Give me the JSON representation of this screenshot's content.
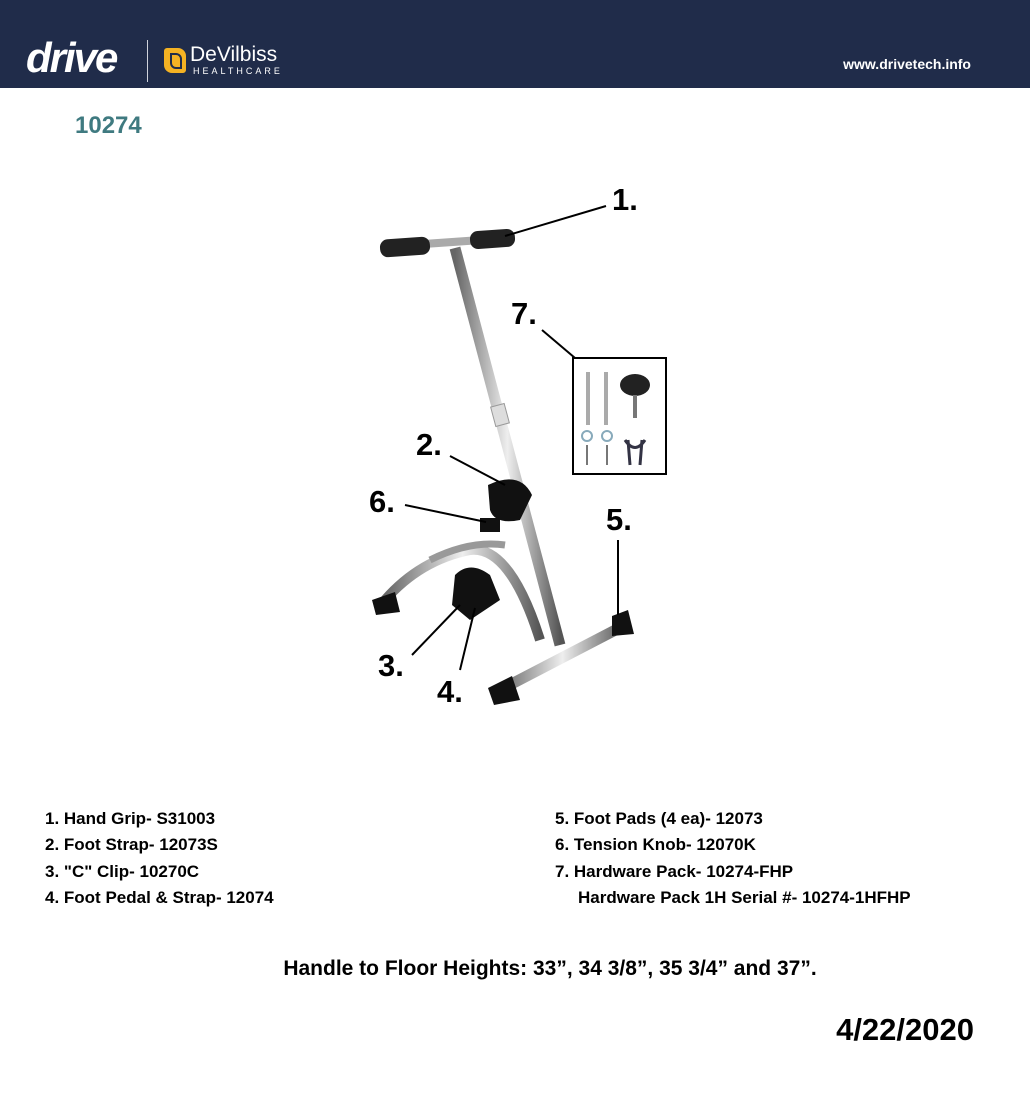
{
  "header": {
    "logo_drive": "drive",
    "logo_devilbiss": "DeVilbiss",
    "logo_healthcare": "HEALTHCARE",
    "url": "www.drivetech.info",
    "background": "#202c4a"
  },
  "model_number": "10274",
  "callouts": [
    "1.",
    "2.",
    "3.",
    "4.",
    "5.",
    "6.",
    "7."
  ],
  "parts_left": [
    "1. Hand Grip- S31003",
    "2. Foot Strap- 12073S",
    "3. \"C\" Clip- 10270C",
    "4. Foot Pedal & Strap- 12074"
  ],
  "parts_right": [
    "5. Foot Pads (4 ea)- 12073",
    "6. Tension Knob- 12070K",
    "7. Hardware Pack- 10274-FHP",
    "Hardware Pack 1H Serial #- 10274-1HFHP"
  ],
  "heights": "Handle to Floor Heights: 33”, 34 3/8”, 35 3/4” and 37”.",
  "date": "4/22/2020"
}
